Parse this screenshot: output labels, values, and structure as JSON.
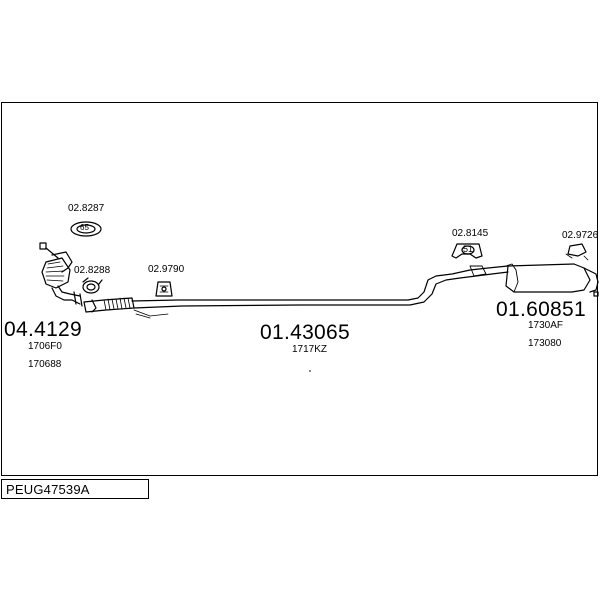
{
  "diagram": {
    "code": "PEUG47539A",
    "parts": {
      "front_cat": {
        "number": "04.4129",
        "refs": [
          "1706F0",
          "170688"
        ]
      },
      "middle_pipe": {
        "number": "01.43065",
        "refs": [
          "1717KZ"
        ]
      },
      "rear_silencer": {
        "number": "01.60851",
        "refs": [
          "1730AF",
          "173080"
        ]
      }
    },
    "accessories": {
      "gasket_top": "02.8287",
      "gasket_flange": "02.8288",
      "hanger_front": "02.9790",
      "hanger_mid": "02.8145",
      "clamp_rear": "02.9726"
    },
    "accessory_marks": {
      "gasket_top": "65",
      "hanger_mid": "51"
    }
  }
}
